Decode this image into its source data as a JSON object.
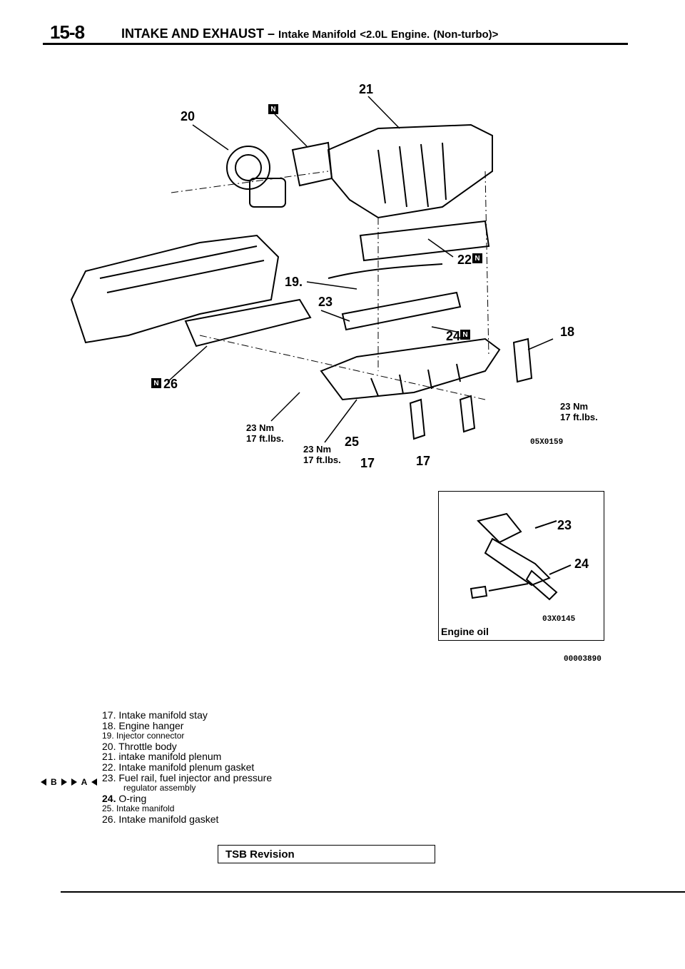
{
  "header": {
    "page_number": "15-8",
    "section": "INTAKE AND EXHAUST –",
    "subsection": "Intake Manifold",
    "engine": "<2.0L",
    "engine_word": "Engine.",
    "variant": "(Non-turbo)>"
  },
  "diagram": {
    "callouts": {
      "c21": "21",
      "c20": "20",
      "c19": "19.",
      "c23": "23",
      "c22": "22",
      "c24": "24",
      "c18": "18",
      "c26": "26",
      "c25": "25",
      "c17a": "17",
      "c17b": "17"
    },
    "new_part_mark": "N",
    "torques": {
      "t1": "23 Nm",
      "t1b": "17 ft.lbs.",
      "t2": "23 Nm",
      "t2b": "17 ft.lbs.",
      "t3": "23 Nm",
      "t3b": "17 ft.lbs."
    },
    "figure_code": "05X0159",
    "inset": {
      "c23": "23",
      "c24": "24",
      "figure_code": "03X0145",
      "caption": "Engine oil"
    },
    "page_figure_code": "00003890"
  },
  "legend": {
    "item17": "17. Intake manifold stay",
    "item18": "18. Engine hanger",
    "item19": "19. Injector connector",
    "item20": "20. Throttle body",
    "item21": "21. intake manifold plenum",
    "item22": "22. Intake manifold plenum gasket",
    "item23": "23. Fuel rail, fuel injector and pressure",
    "item23b": "regulator assembly",
    "item24_num": "24.",
    "item24": "O-ring",
    "item25": "25. Intake manifold",
    "item26": "26. Intake manifold gasket",
    "marker_b": "B",
    "marker_a": "A"
  },
  "footer": {
    "tsb": "TSB Revision"
  }
}
